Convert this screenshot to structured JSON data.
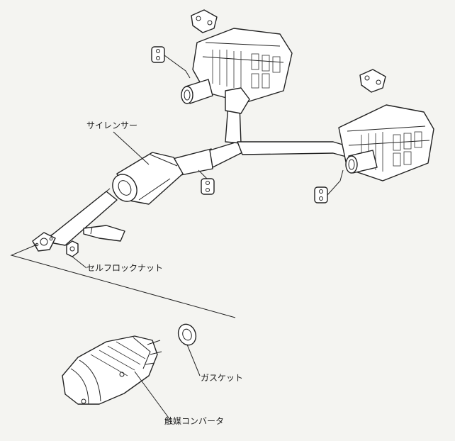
{
  "labels": {
    "silencer": "サイレンサー",
    "self_lock_nut": "セルフロックナット",
    "gasket": "ガスケット",
    "catalytic_converter": "触媒コンバータ"
  },
  "colors": {
    "background": "#f4f4f1",
    "line": "#222222",
    "part_fill": "#ffffff"
  },
  "icons": [
    "rubber-hanger-icon",
    "hanger-bracket-icon",
    "nut-icon",
    "gasket-ring-icon"
  ]
}
